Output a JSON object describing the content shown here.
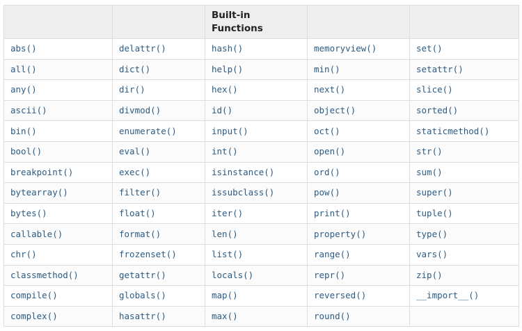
{
  "table": {
    "headers": [
      "",
      "",
      "Built-in Functions",
      "",
      ""
    ],
    "rows": [
      [
        "abs()",
        "delattr()",
        "hash()",
        "memoryview()",
        "set()"
      ],
      [
        "all()",
        "dict()",
        "help()",
        "min()",
        "setattr()"
      ],
      [
        "any()",
        "dir()",
        "hex()",
        "next()",
        "slice()"
      ],
      [
        "ascii()",
        "divmod()",
        "id()",
        "object()",
        "sorted()"
      ],
      [
        "bin()",
        "enumerate()",
        "input()",
        "oct()",
        "staticmethod()"
      ],
      [
        "bool()",
        "eval()",
        "int()",
        "open()",
        "str()"
      ],
      [
        "breakpoint()",
        "exec()",
        "isinstance()",
        "ord()",
        "sum()"
      ],
      [
        "bytearray()",
        "filter()",
        "issubclass()",
        "pow()",
        "super()"
      ],
      [
        "bytes()",
        "float()",
        "iter()",
        "print()",
        "tuple()"
      ],
      [
        "callable()",
        "format()",
        "len()",
        "property()",
        "type()"
      ],
      [
        "chr()",
        "frozenset()",
        "list()",
        "range()",
        "vars()"
      ],
      [
        "classmethod()",
        "getattr()",
        "locals()",
        "repr()",
        "zip()"
      ],
      [
        "compile()",
        "globals()",
        "map()",
        "reversed()",
        "__import__()"
      ],
      [
        "complex()",
        "hasattr()",
        "max()",
        "round()",
        ""
      ]
    ]
  },
  "colors": {
    "link": "#2b5b84",
    "header_bg": "#eeeeee",
    "border": "#dddddd"
  }
}
